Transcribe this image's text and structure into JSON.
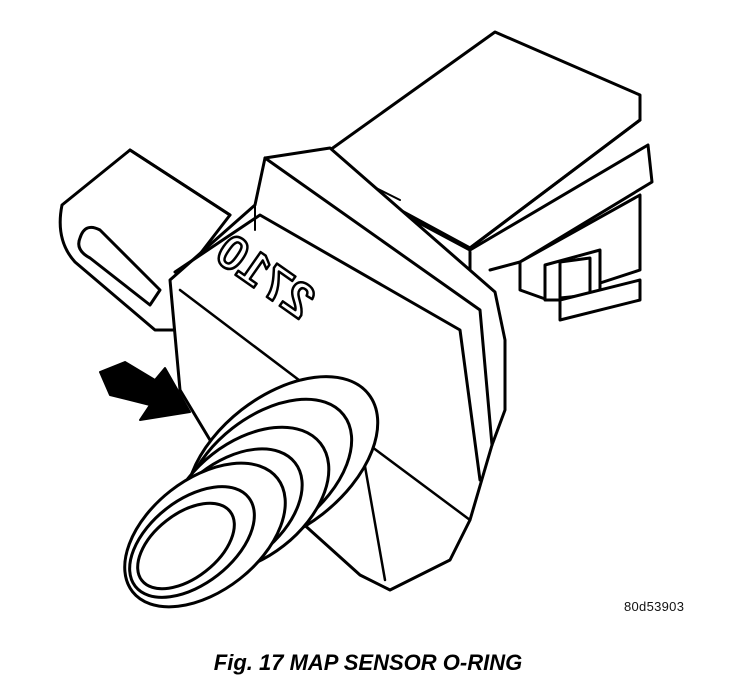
{
  "figure": {
    "engraved_text": "2710",
    "part_code": "80d53903",
    "caption": "Fig. 17 MAP SENSOR O-RING"
  },
  "icons": {
    "pointer": "arrow-right-down-icon"
  }
}
